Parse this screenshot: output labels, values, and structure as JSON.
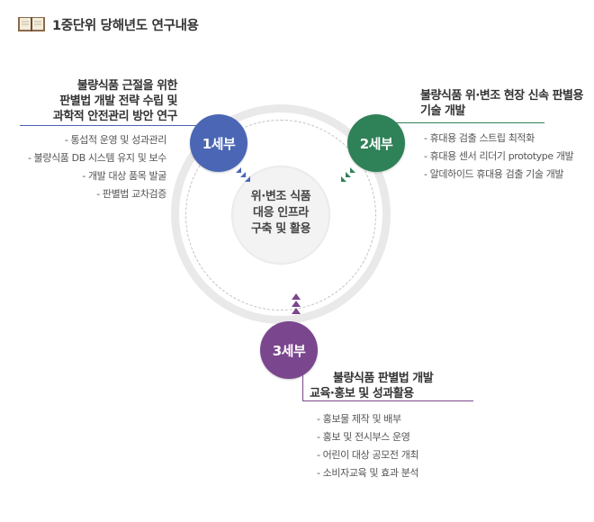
{
  "page_title": "1중단위 당해년도 연구내용",
  "center": {
    "line1": "위·변조 식품",
    "line2": "대응 인프라",
    "line3": "구축 및 활용"
  },
  "nodes": [
    {
      "label": "1세부",
      "color": "#4a66b5"
    },
    {
      "label": "2세부",
      "color": "#2f8158"
    },
    {
      "label": "3세부",
      "color": "#7a468e"
    }
  ],
  "sections": [
    {
      "heading_lines": [
        "불량식품 근절을 위한",
        "판별법 개발 전략 수립 및",
        "과학적 안전관리 방안 연구"
      ],
      "items": [
        "- 통섭적 운영 및 성과관리",
        "- 불량식품 DB 시스템 유지 및 보수",
        "- 개발 대상 품목 발굴",
        "- 판별법 교차검증"
      ]
    },
    {
      "heading_lines": [
        "불량식품 위·변조 현장 신속 판별용",
        "기술 개발"
      ],
      "items": [
        "- 휴대용 검출 스트립 최적화",
        "- 휴대용 센서 리더기 prototype 개발",
        "- 알데하이드 휴대용 검출 기술 개발"
      ]
    },
    {
      "heading_lines": [
        "불량식품 판별법 개발",
        "교육·홍보 및  성과활용"
      ],
      "items": [
        "- 홍보물 제작 및 배부",
        "- 홍보 및 전시부스 운영",
        "- 어린이 대상 공모전 개최",
        "- 소비자교육 및 효과 분석"
      ]
    }
  ]
}
